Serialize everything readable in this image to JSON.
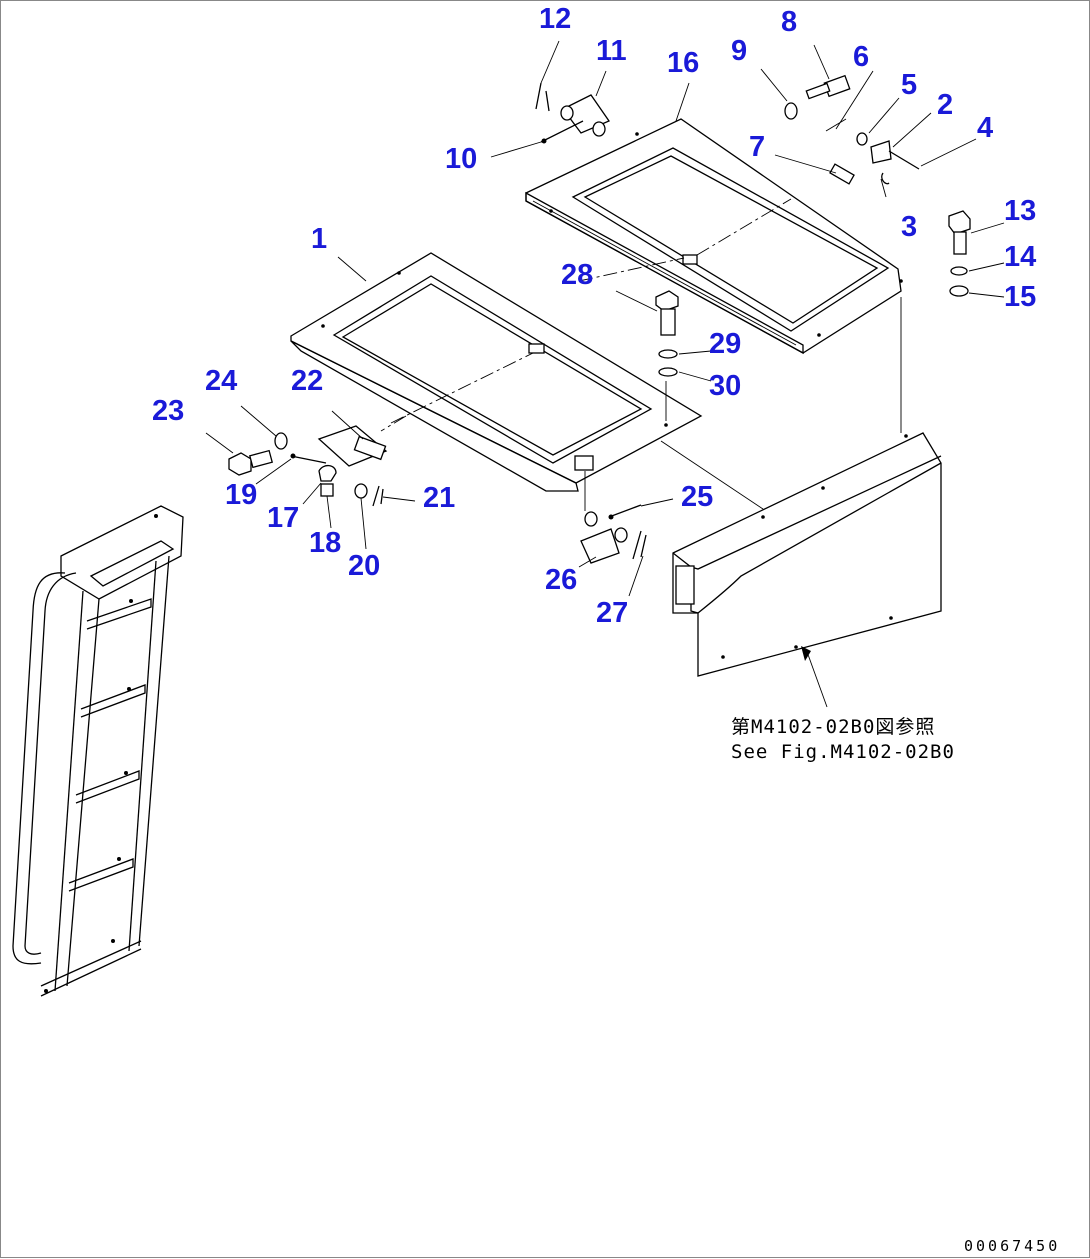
{
  "callouts": [
    {
      "id": "1",
      "label": "1"
    },
    {
      "id": "2",
      "label": "2"
    },
    {
      "id": "3",
      "label": "3"
    },
    {
      "id": "4",
      "label": "4"
    },
    {
      "id": "5",
      "label": "5"
    },
    {
      "id": "6",
      "label": "6"
    },
    {
      "id": "7",
      "label": "7"
    },
    {
      "id": "8",
      "label": "8"
    },
    {
      "id": "9",
      "label": "9"
    },
    {
      "id": "10",
      "label": "10"
    },
    {
      "id": "11",
      "label": "11"
    },
    {
      "id": "12",
      "label": "12"
    },
    {
      "id": "13",
      "label": "13"
    },
    {
      "id": "14",
      "label": "14"
    },
    {
      "id": "15",
      "label": "15"
    },
    {
      "id": "16",
      "label": "16"
    },
    {
      "id": "17",
      "label": "17"
    },
    {
      "id": "18",
      "label": "18"
    },
    {
      "id": "19",
      "label": "19"
    },
    {
      "id": "20",
      "label": "20"
    },
    {
      "id": "21",
      "label": "21"
    },
    {
      "id": "22",
      "label": "22"
    },
    {
      "id": "23",
      "label": "23"
    },
    {
      "id": "24",
      "label": "24"
    },
    {
      "id": "25",
      "label": "25"
    },
    {
      "id": "26",
      "label": "26"
    },
    {
      "id": "27",
      "label": "27"
    },
    {
      "id": "28",
      "label": "28"
    },
    {
      "id": "29",
      "label": "29"
    },
    {
      "id": "30",
      "label": "30"
    }
  ],
  "reference_note": {
    "line_jp": "第M4102-02B0図参照",
    "line_en": "See Fig.M4102-02B0"
  },
  "drawing_code": "00067450",
  "colors": {
    "callout": "#1a1ad8",
    "line": "#000000",
    "background": "#ffffff"
  }
}
